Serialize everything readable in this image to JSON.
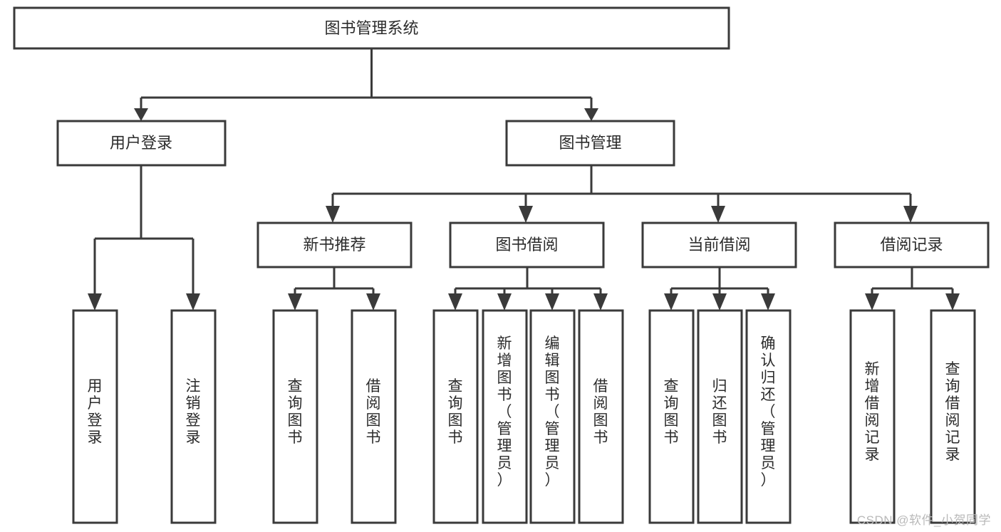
{
  "diagram": {
    "title": "图书管理系统",
    "type": "hierarchy-tree",
    "watermark": "CSDN @软件_小贺同学",
    "colors": {
      "stroke": "#3a3a3a",
      "box_fill": "#ffffff",
      "text": "#2b2b2b",
      "watermark": "#b9b9b9",
      "background": "#ffffff"
    },
    "levels": {
      "root": {
        "label": "图书管理系统"
      },
      "level2": [
        {
          "label": "用户登录"
        },
        {
          "label": "图书管理"
        }
      ],
      "level3": [
        {
          "label": "新书推荐"
        },
        {
          "label": "图书借阅"
        },
        {
          "label": "当前借阅"
        },
        {
          "label": "借阅记录"
        }
      ],
      "level4": {
        "用户登录": [
          {
            "label": "用户登录"
          },
          {
            "label": "注销登录"
          }
        ],
        "新书推荐": [
          {
            "label": "查询图书"
          },
          {
            "label": "借阅图书"
          }
        ],
        "图书借阅": [
          {
            "label": "查询图书"
          },
          {
            "label": "新增图书（管理员）"
          },
          {
            "label": "编辑图书（管理员）"
          },
          {
            "label": "借阅图书"
          }
        ],
        "当前借阅": [
          {
            "label": "查询图书"
          },
          {
            "label": "归还图书"
          },
          {
            "label": "确认归还（管理员）"
          }
        ],
        "借阅记录": [
          {
            "label": "新增借阅记录"
          },
          {
            "label": "查询借阅记录"
          }
        ]
      }
    },
    "nodes": {
      "root": "图书管理系统",
      "n_user_login": "用户登录",
      "n_book_mgmt": "图书管理",
      "n_new_book_rec": "新书推荐",
      "n_book_borrow": "图书借阅",
      "n_current_borrow": "当前借阅",
      "n_borrow_record": "借阅记录",
      "l_user_login": "用户登录",
      "l_logout": "注销登录",
      "l_query_book_1": "查询图书",
      "l_borrow_book_1": "借阅图书",
      "l_query_book_2": "查询图书",
      "l_add_book": "新增图书（管理员）",
      "l_edit_book": "编辑图书（管理员）",
      "l_borrow_book_2": "借阅图书",
      "l_query_book_3": "查询图书",
      "l_return_book": "归还图书",
      "l_confirm_return": "确认归还（管理员）",
      "l_add_record": "新增借阅记录",
      "l_query_record": "查询借阅记录"
    }
  }
}
